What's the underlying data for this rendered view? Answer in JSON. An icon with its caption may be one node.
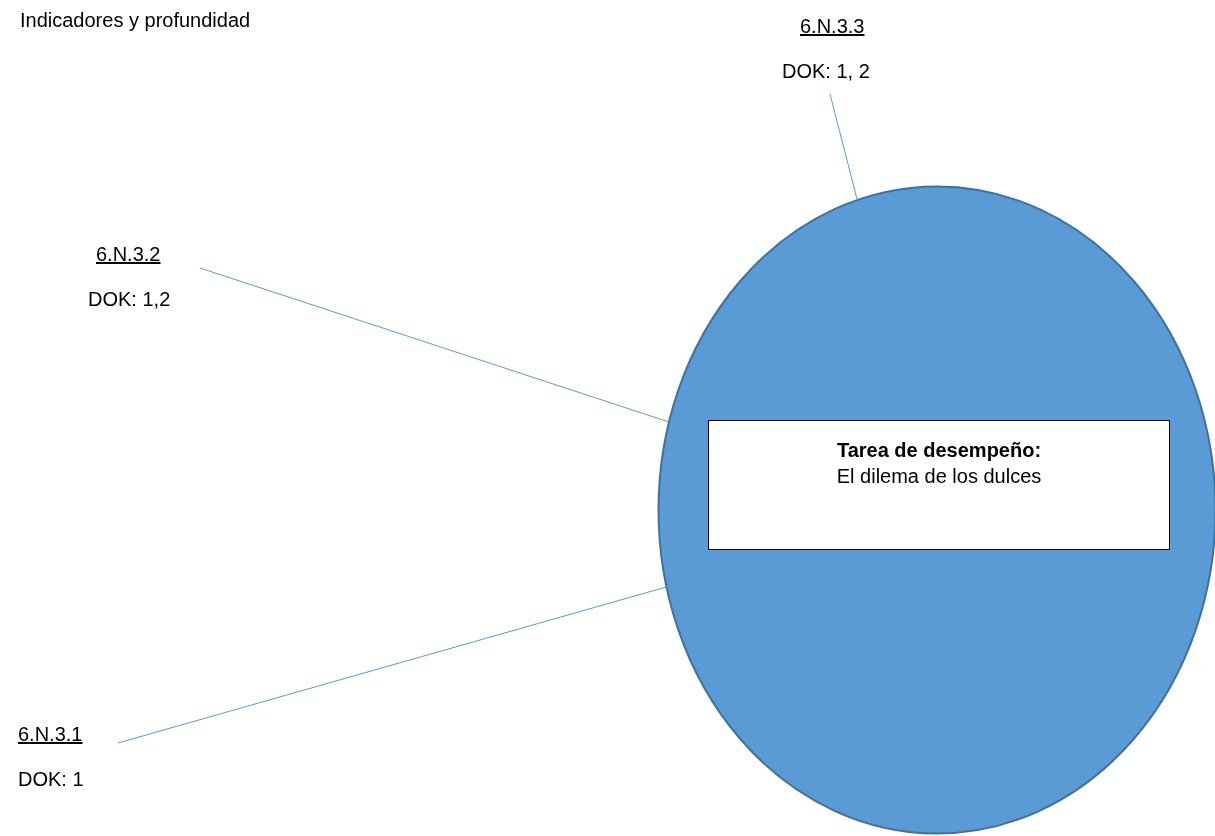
{
  "diagram": {
    "title": "Indicadores y profundidad",
    "nodes": [
      {
        "text": [
          "6.N.3.3",
          "DOK: 1, 2"
        ]
      },
      {
        "text": [
          "6.N.3.2",
          "DOK: 1,2"
        ]
      },
      {
        "text": [
          "6.N.3.1",
          "DOK: 1"
        ]
      },
      {
        "text": [],
        "shape": "circle"
      },
      {
        "text": [
          "Tarea de desempeño:",
          "El dilema de los dulces"
        ],
        "in": 3
      }
    ],
    "edges": [
      {
        "from": 0,
        "to": 3,
        "arrow": "none"
      },
      {
        "from": 1,
        "to": 3,
        "arrow": "none"
      },
      {
        "from": 2,
        "to": 3,
        "arrow": "none"
      }
    ]
  }
}
